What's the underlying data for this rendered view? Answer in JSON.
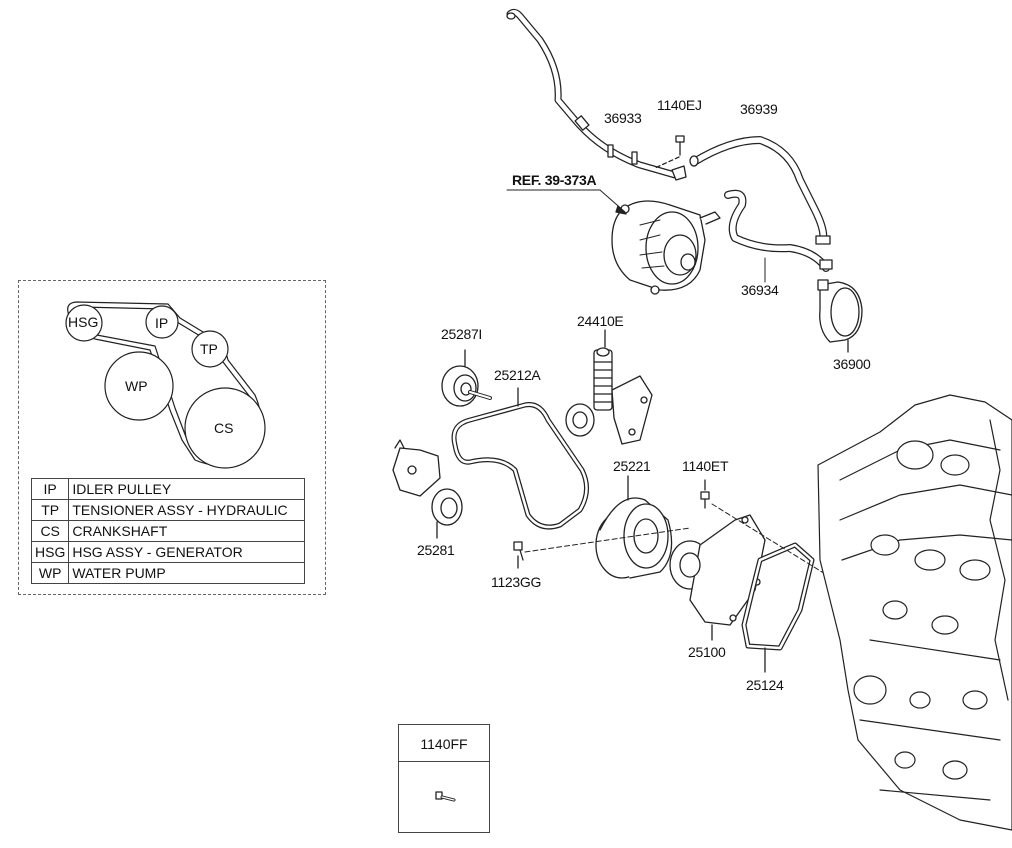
{
  "parts": {
    "p_1140EJ": "1140EJ",
    "p_36933": "36933",
    "p_36939": "36939",
    "p_ref": "REF. 39-373A",
    "p_36934": "36934",
    "p_36900": "36900",
    "p_25287I": "25287I",
    "p_24410E": "24410E",
    "p_25212A": "25212A",
    "p_25221": "25221",
    "p_1140ET": "1140ET",
    "p_25281": "25281",
    "p_1123GG": "1123GG",
    "p_25100": "25100",
    "p_25124": "25124"
  },
  "belt_layout": {
    "circles": {
      "hsg": "HSG",
      "ip": "IP",
      "tp": "TP",
      "wp": "WP",
      "cs": "CS"
    }
  },
  "legend": [
    {
      "code": "IP",
      "desc": "IDLER PULLEY"
    },
    {
      "code": "TP",
      "desc": "TENSIONER ASSY - HYDRAULIC"
    },
    {
      "code": "CS",
      "desc": "CRANKSHAFT"
    },
    {
      "code": "HSG",
      "desc": "HSG ASSY - GENERATOR"
    },
    {
      "code": "WP",
      "desc": "WATER PUMP"
    }
  ],
  "bolt_box": {
    "part": "1140FF"
  }
}
